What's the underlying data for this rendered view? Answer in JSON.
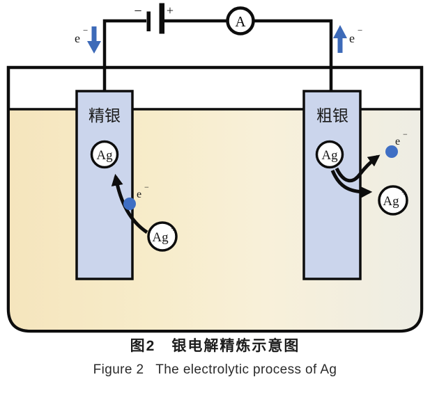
{
  "figure": {
    "caption_zh": "图2　银电解精炼示意图",
    "caption_en": "Figure 2   The electrolytic process of Ag"
  },
  "circuit": {
    "battery_minus": "−",
    "battery_plus": "+",
    "ammeter": "A"
  },
  "labels": {
    "electron_base": "e",
    "electron_sup": "−",
    "silver_atom": "Ag",
    "silver_ion_base": "Ag",
    "silver_ion_sup": "+",
    "cathode": "精银",
    "anode": "粗银"
  },
  "colors": {
    "wire_black": "#0d0d0d",
    "electron_blue": "#3d6ab8",
    "electron_dot_blue": "#3f6fc4",
    "electrode_fill": "#cbd5ec",
    "electrolyte_left": "#f5e5bd",
    "electrolyte_mid": "#f8efd5",
    "electrolyte_right": "#eeede4",
    "background": "#ffffff"
  }
}
